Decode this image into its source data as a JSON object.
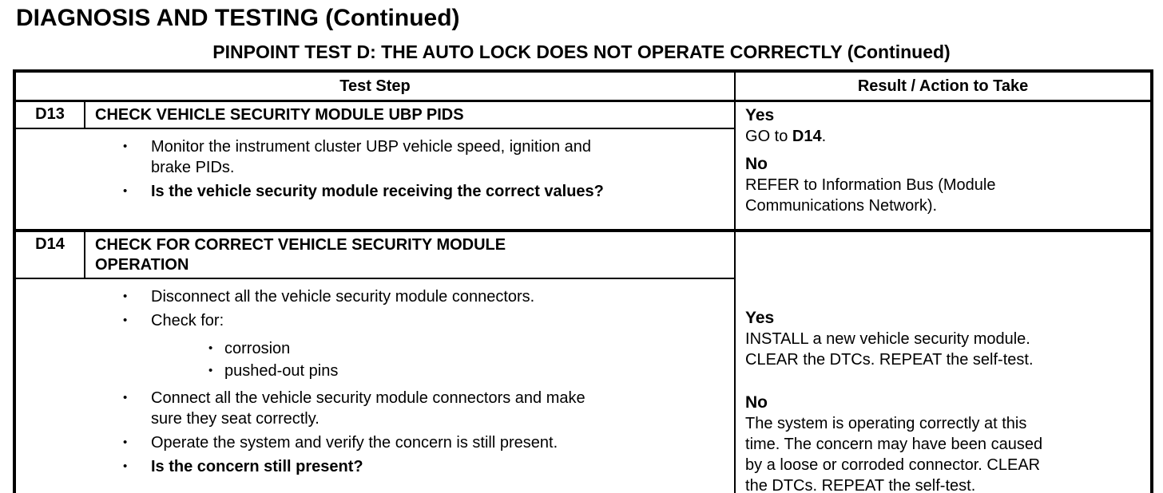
{
  "page": {
    "title": "DIAGNOSIS AND TESTING (Continued)",
    "subtitle": "PINPOINT TEST D: THE AUTO LOCK DOES NOT OPERATE CORRECTLY (Continued)"
  },
  "table": {
    "columns": [
      "Test Step",
      "Result / Action to Take"
    ],
    "steps": [
      {
        "id": "D13",
        "title": "CHECK VEHICLE SECURITY MODULE UBP PIDS",
        "bullets": {
          "b1": "Monitor the instrument cluster UBP vehicle speed, ignition and\nbrake PIDs.",
          "b2": "Is the vehicle security module receiving the correct values?"
        },
        "result": {
          "yes_label": "Yes",
          "yes_prefix": "GO to ",
          "yes_bold": "D14",
          "yes_suffix": ".",
          "no_label": "No",
          "no_text": "REFER to Information Bus (Module\nCommunications Network)."
        }
      },
      {
        "id": "D14",
        "title": "CHECK FOR CORRECT VEHICLE SECURITY MODULE\nOPERATION",
        "bullets": {
          "b1": "Disconnect all the vehicle security module connectors.",
          "b2": "Check for:",
          "sub1": "corrosion",
          "sub2": "pushed-out pins",
          "b3": "Connect all the vehicle security module connectors and make\nsure they seat correctly.",
          "b4": "Operate the system and verify the concern is still present.",
          "b5": "Is the concern still present?"
        },
        "result": {
          "yes_label": "Yes",
          "yes_text": "INSTALL a new vehicle security module.\nCLEAR the DTCs. REPEAT the self-test.",
          "no_label": "No",
          "no_text": "The system is operating correctly at this\ntime. The concern may have been caused\nby a loose or corroded connector. CLEAR\nthe DTCs. REPEAT the self-test."
        }
      }
    ]
  }
}
